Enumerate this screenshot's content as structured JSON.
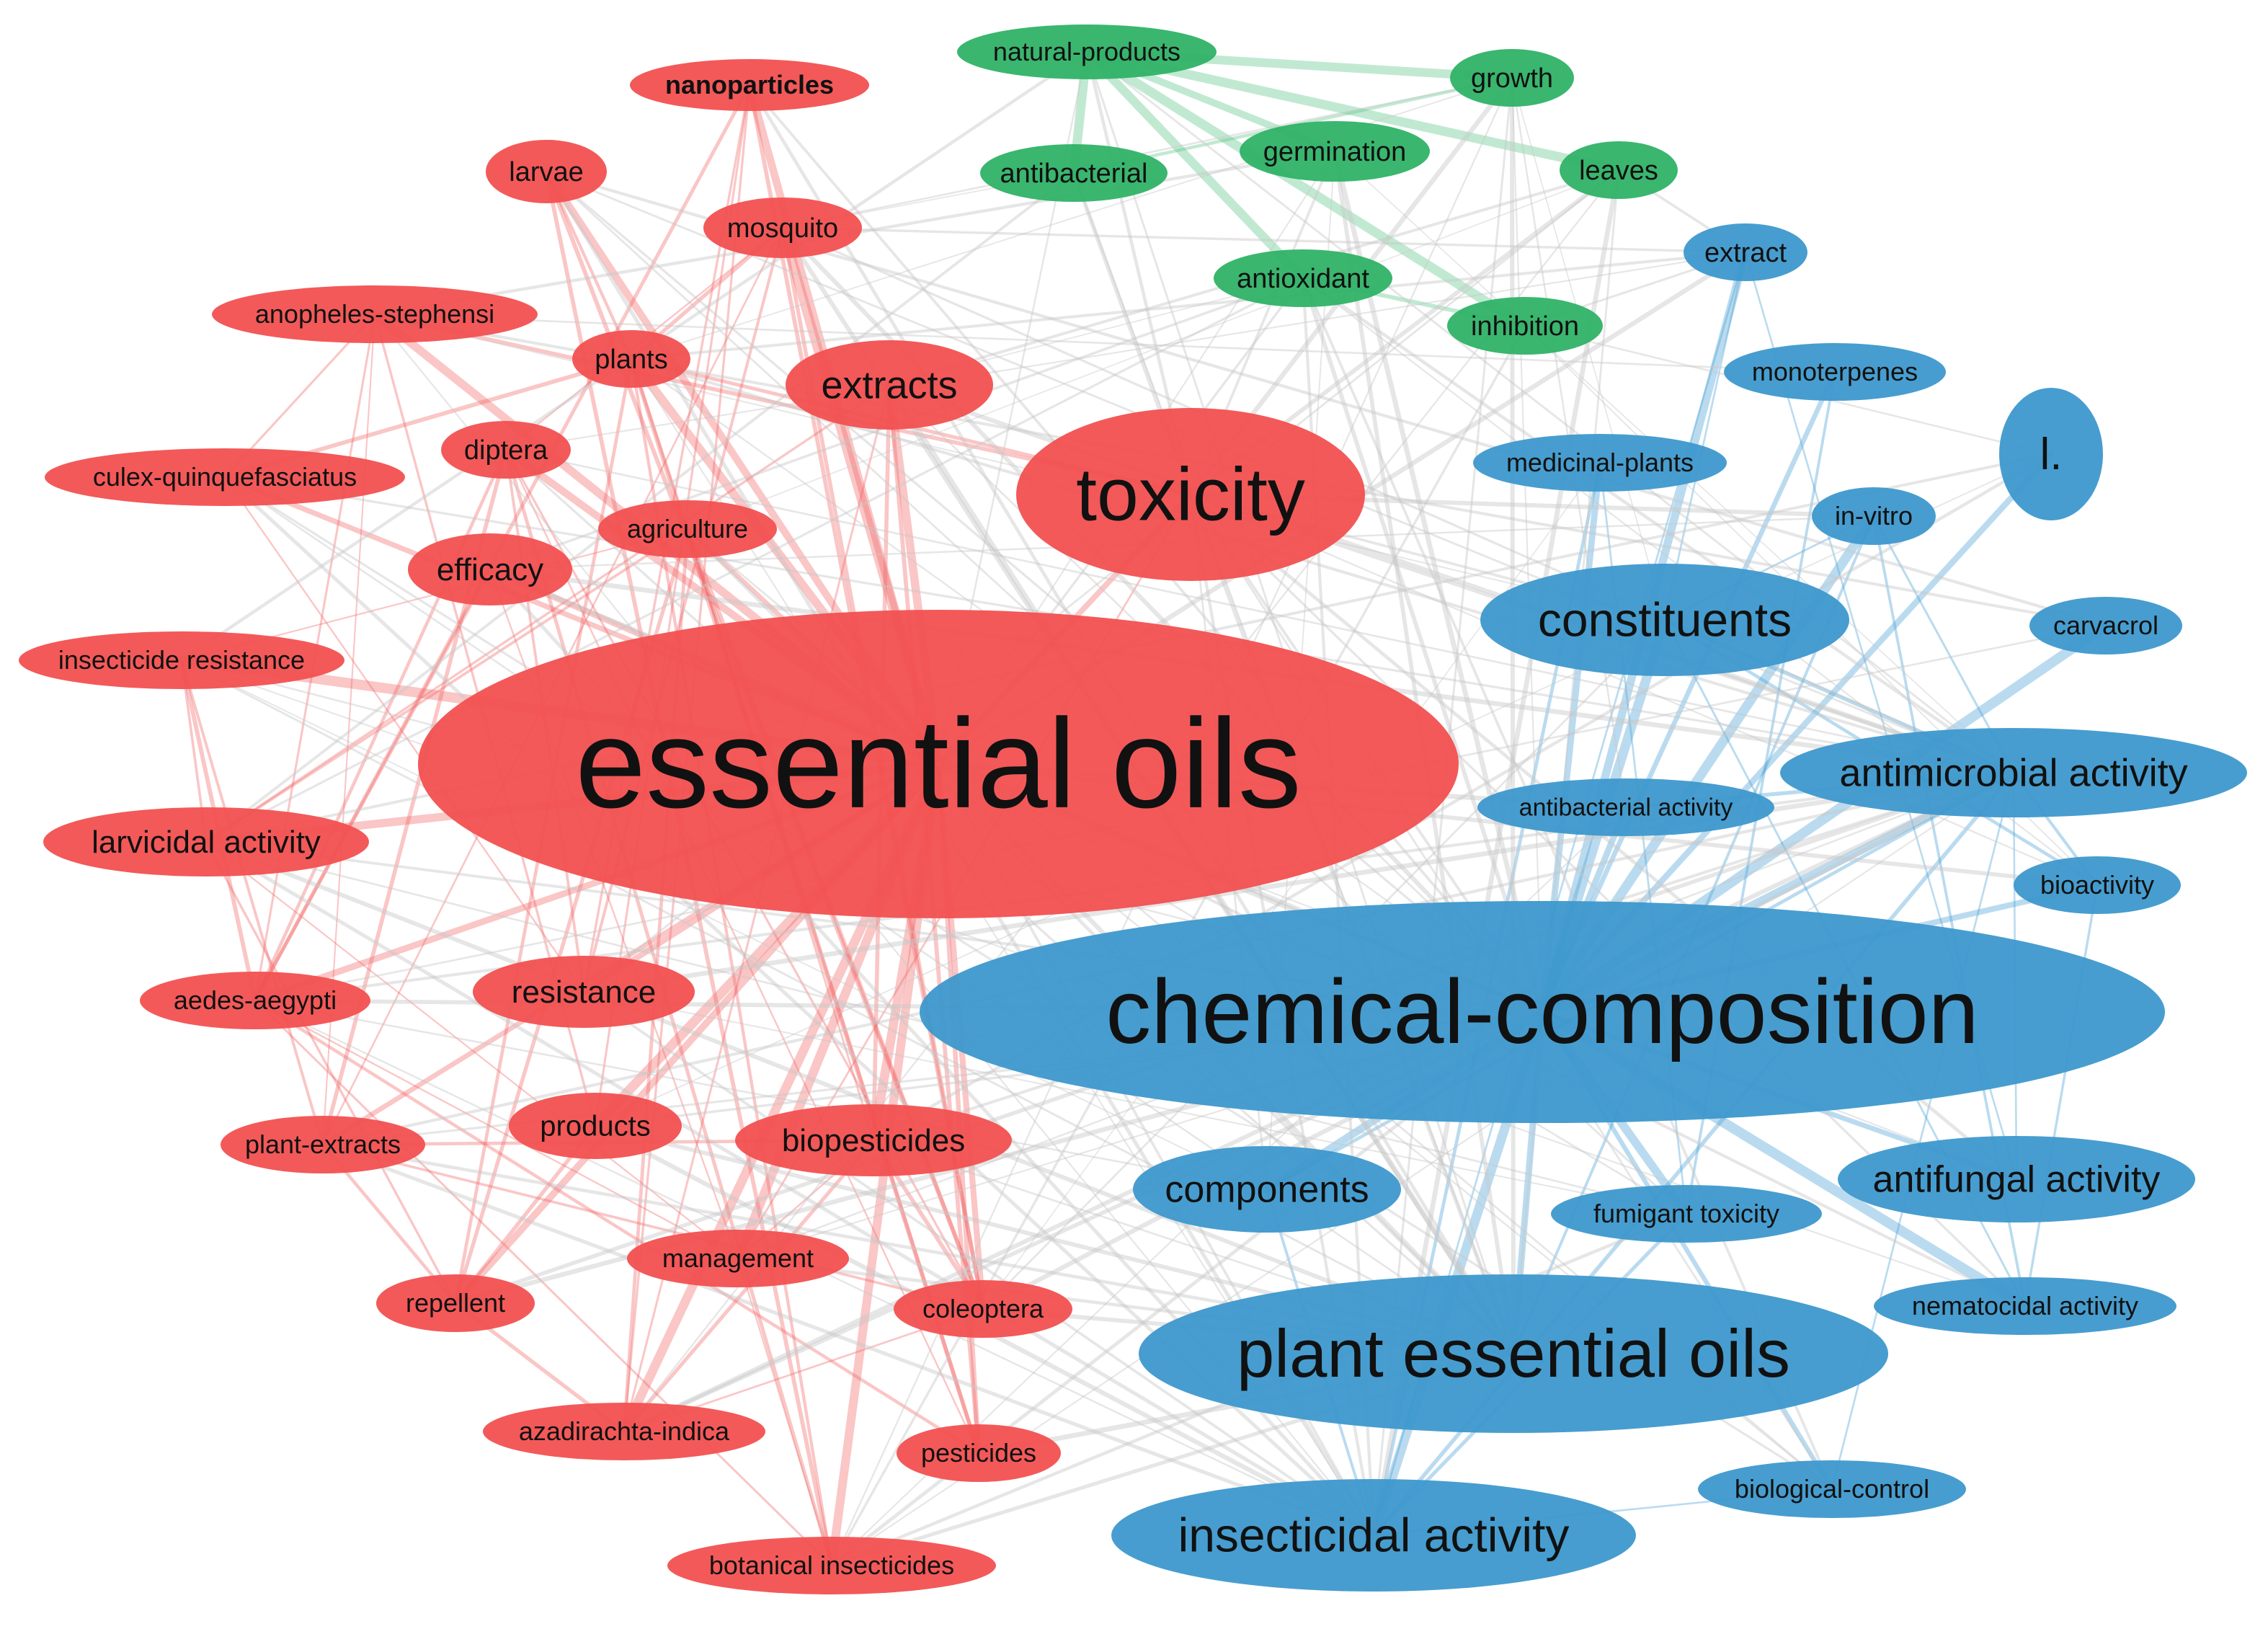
{
  "colors": {
    "red": "#f25050",
    "green": "#2fb267",
    "blue": "#3d98cc",
    "edge_red": "#f26a6a",
    "edge_green": "#5cc489",
    "edge_blue": "#4aa0d4",
    "edge_gray": "#c8c8c8",
    "background": "#ffffff"
  },
  "clusters": {
    "red": [
      "nanoparticles",
      "larvae",
      "mosquito",
      "anopheles-stephensi",
      "plants",
      "extracts",
      "diptera",
      "culex-quinquefasciatus",
      "agriculture",
      "toxicity",
      "efficacy",
      "insecticide resistance",
      "essential oils",
      "larvicidal activity",
      "aedes-aegypti",
      "resistance",
      "plant-extracts",
      "products",
      "biopesticides",
      "management",
      "repellent",
      "coleoptera",
      "azadirachta-indica",
      "pesticides",
      "botanical insecticides"
    ],
    "green": [
      "natural-products",
      "growth",
      "germination",
      "antibacterial",
      "leaves",
      "antioxidant",
      "inhibition"
    ],
    "blue": [
      "extract",
      "monoterpenes",
      "medicinal-plants",
      "l.",
      "in-vitro",
      "constituents",
      "carvacrol",
      "antimicrobial activity",
      "antibacterial activity",
      "bioactivity",
      "chemical-composition",
      "antifungal activity",
      "components",
      "fumigant toxicity",
      "nematocidal activity",
      "plant essential oils",
      "biological-control",
      "insecticidal activity"
    ]
  }
}
